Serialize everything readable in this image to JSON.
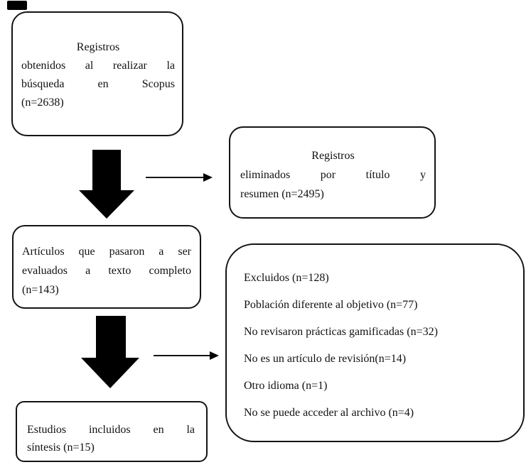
{
  "page": {
    "background": "#ffffff",
    "ink": "#000000"
  },
  "flowchart": {
    "box_search": {
      "lines": [
        "Registros",
        "obtenidos al realizar la",
        "búsqueda en Scopus",
        "(n=2638)"
      ]
    },
    "box_removed": {
      "lines": [
        "Registros",
        "eliminados por título y",
        "resumen (n=2495)"
      ]
    },
    "box_fulltext": {
      "lines": [
        "Artículos que pasaron a ser",
        "evaluados a texto completo",
        "(n=143)"
      ]
    },
    "box_excluded": {
      "lines": [
        "Excluidos (n=128)",
        "Población diferente al objetivo (n=77)",
        "No revisaron prácticas gamificadas (n=32)",
        "No es un artículo de revisión(n=14)",
        "Otro idioma (n=1)",
        "No se puede acceder al archivo (n=4)"
      ]
    },
    "box_included": {
      "lines": [
        "Estudios incluidos en la",
        "síntesis (n=15)"
      ]
    }
  }
}
